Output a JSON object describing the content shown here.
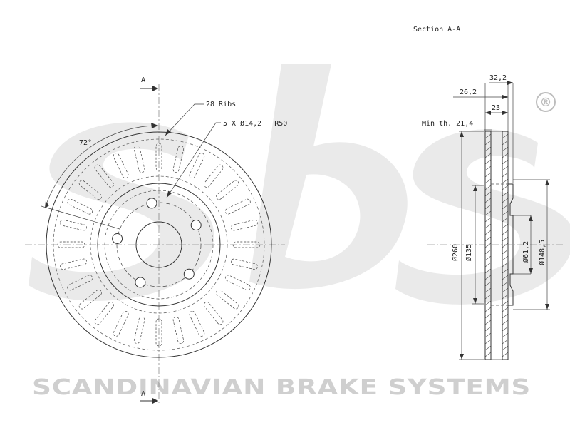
{
  "drawing": {
    "section_title": "Section A-A",
    "section_marker_top": "A",
    "section_marker_bottom": "A",
    "ribs_label": "28 Ribs",
    "holes_label": "5 X Ø14,2   R50",
    "angle_label": "72°",
    "rib_count": 28,
    "hole_count": 5
  },
  "dimensions": {
    "width_overall": "32,2",
    "width_hat": "26,2",
    "width_disc": "23",
    "min_thickness": "Min th. 21,4",
    "diameter_outer": "Ø260",
    "diameter_hat": "Ø135",
    "diameter_center": "Ø61,2",
    "diameter_hat_inner": "Ø148,5"
  },
  "brand": {
    "watermark_letters": "sbs",
    "registered_mark": "®",
    "tagline": "SCANDINAVIAN BRAKE SYSTEMS",
    "watermark_color": "#d9d9d9"
  }
}
